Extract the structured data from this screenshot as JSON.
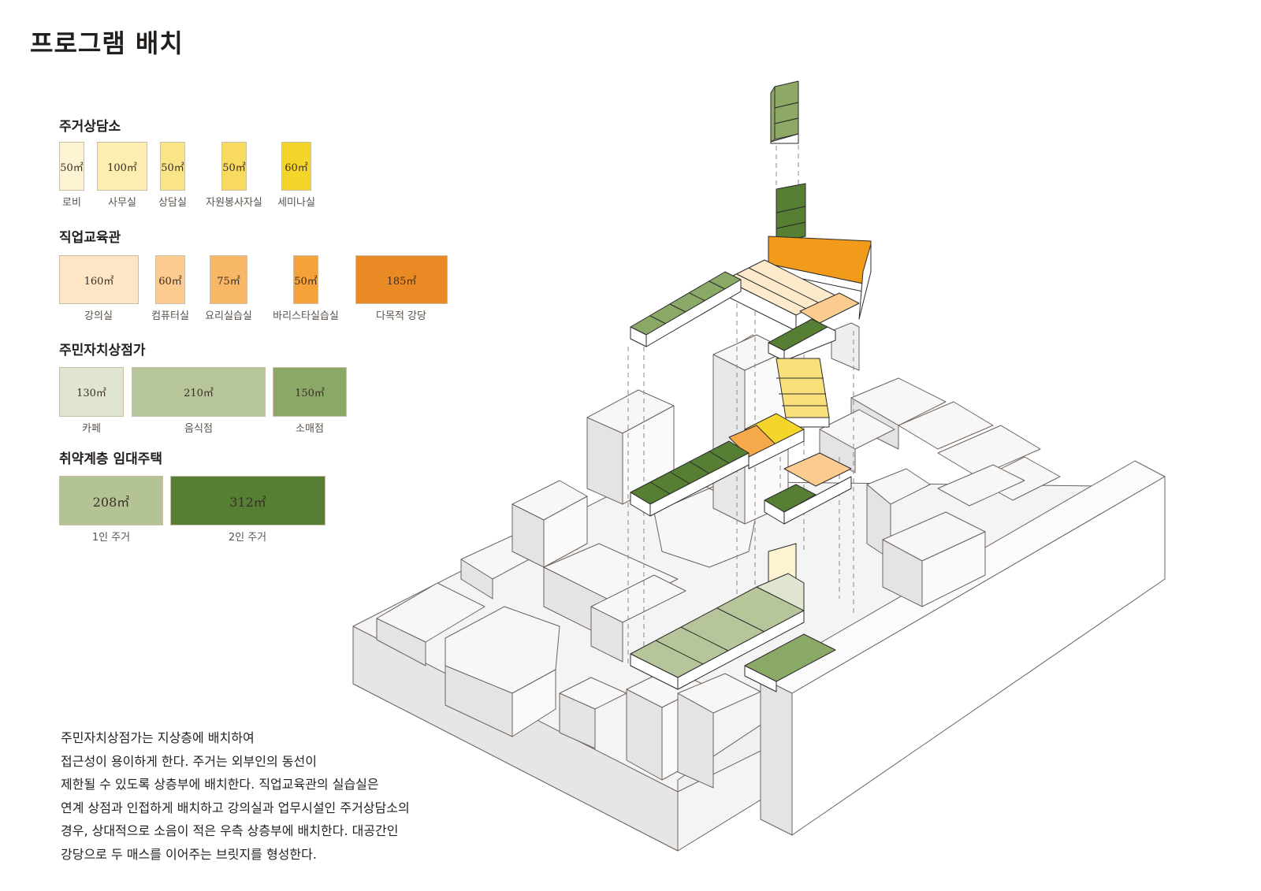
{
  "title": "프로그램 배치",
  "groups": [
    {
      "title": "주거상담소",
      "items": [
        {
          "area": "50㎡",
          "label": "로비",
          "color": "#fdf3d2"
        },
        {
          "area": "100㎡",
          "label": "사무실",
          "color": "#fbeeb0"
        },
        {
          "area": "50㎡",
          "label": "상담실",
          "color": "#f9e488"
        },
        {
          "area": "50㎡",
          "label": "자원봉사자실",
          "color": "#f7da5e"
        },
        {
          "area": "60㎡",
          "label": "세미나실",
          "color": "#f4d52a"
        }
      ]
    },
    {
      "title": "직업교육관",
      "items": [
        {
          "area": "160㎡",
          "label": "강의실",
          "color": "#fde5c6"
        },
        {
          "area": "60㎡",
          "label": "컴퓨터실",
          "color": "#fbcb90"
        },
        {
          "area": "75㎡",
          "label": "요리실습실",
          "color": "#f8b766"
        },
        {
          "area": "50㎡",
          "label": "바리스타실습실",
          "color": "#f6a23a"
        },
        {
          "area": "185㎡",
          "label": "다목적 강당",
          "color": "#ea8a24"
        }
      ]
    },
    {
      "title": "주민자치상점가",
      "items": [
        {
          "area": "130㎡",
          "label": "카페",
          "color": "#e0e5d2"
        },
        {
          "area": "210㎡",
          "label": "음식점",
          "color": "#b7c59b"
        },
        {
          "area": "150㎡",
          "label": "소매점",
          "color": "#8aa866"
        }
      ]
    },
    {
      "title": "취약계층 임대주택",
      "items": [
        {
          "area": "208㎡",
          "label": "1인 주거",
          "color": "#b3c394"
        },
        {
          "area": "312㎡",
          "label": "2인 주거",
          "color": "#567f34"
        }
      ]
    }
  ],
  "description": [
    "주민자치상점가는 지상층에 배치하여",
    "접근성이 용이하게 한다. 주거는 외부인의 동선이",
    "제한될 수 있도록 상층부에 배치한다. 직업교육관의 실습실은",
    "연계 상점과 인접하게 배치하고 강의실과 업무시설인 주거상담소의",
    "경우, 상대적으로 소음이 적은 우측 상층부에 배치한다. 대공간인",
    "강당으로 두 매스를 이어주는 브릿지를 형성한다."
  ]
}
